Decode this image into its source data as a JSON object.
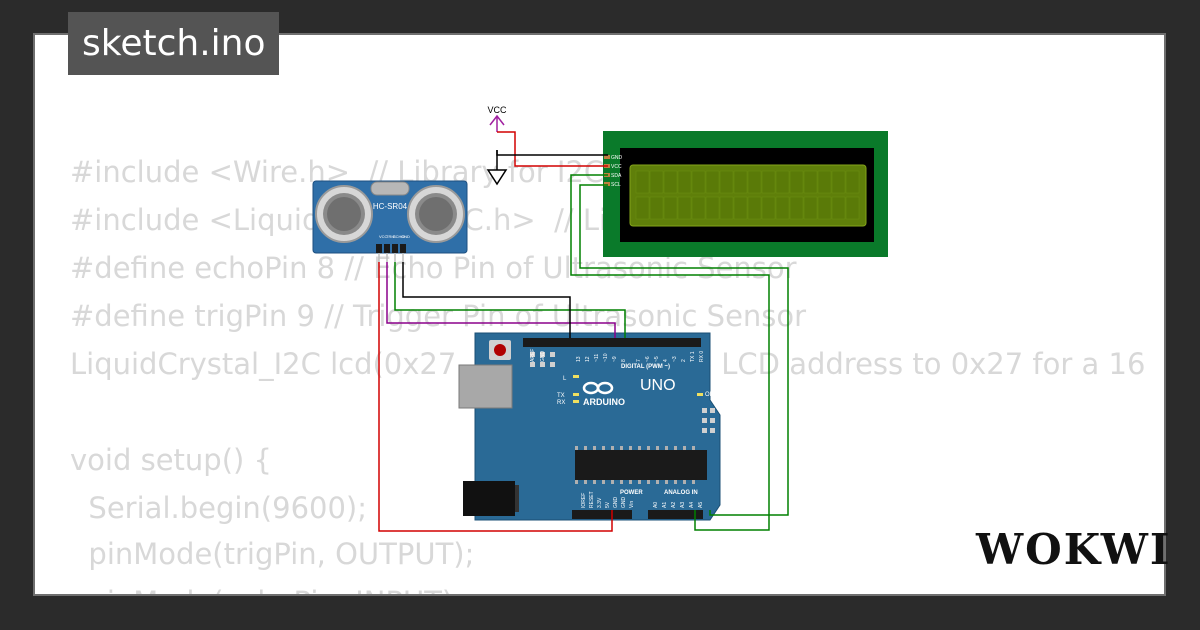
{
  "title": "sketch.ino",
  "logo": "WOKWI",
  "code_lines": [
    "#include <Wire.h>  // Library for I2C",
    "#include <LiquidCrystal_I2C.h>  // Li",
    "#define echoPin 8 // Echo Pin of Ultrasonic Sensor",
    "#define trigPin 9 // Trigger Pin of Ultrasonic Sensor",
    "LiquidCrystal_I2C lcd(0x27, 16, 2); // Set the LCD address to 0x27 for a 16",
    "",
    "void setup() {",
    "  Serial.begin(9600);",
    "  pinMode(trigPin, OUTPUT);",
    "  pinMode(echoPin, INPUT);"
  ],
  "circuit": {
    "power_label": "VCC",
    "sensor": {
      "model": "HC-SR04",
      "pins": [
        "VCC",
        "TRIG",
        "ECHO",
        "GND"
      ]
    },
    "lcd": {
      "pins": [
        "GND",
        "VCC",
        "SDA",
        "SCL"
      ]
    },
    "arduino": {
      "brand": "ARDUINO",
      "model": "UNO",
      "digital_label": "DIGITAL (PWM ~)",
      "power_label": "POWER",
      "analog_label": "ANALOG IN",
      "on_label": "ON",
      "led_l": "L",
      "led_tx": "TX",
      "led_rx": "RX",
      "digital_pins": [
        "AREF",
        "GND",
        "13",
        "12",
        "~11",
        "~10",
        "~9",
        "8",
        "7",
        "~6",
        "~5",
        "4",
        "~3",
        "2",
        "TX 1",
        "RX 0"
      ],
      "power_pins": [
        "IOREF",
        "RESET",
        "3.3V",
        "5V",
        "GND",
        "GND",
        "Vin"
      ],
      "analog_pins": [
        "A0",
        "A1",
        "A2",
        "A3",
        "A4",
        "A5"
      ]
    },
    "wire_colors": {
      "red": "#d20000",
      "black": "#000000",
      "green": "#008000",
      "purple": "#8b008b"
    }
  }
}
